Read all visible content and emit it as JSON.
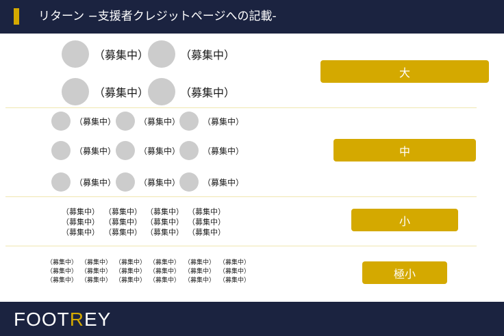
{
  "header": {
    "title": "リターン −支援者クレジットページへの記載-"
  },
  "tiers": [
    {
      "label": "大",
      "slot_label": "（募集中）",
      "slot_count": 4
    },
    {
      "label": "中",
      "slot_label": "（募集中）",
      "slot_count": 9
    },
    {
      "label": "小",
      "slot_label": "（募集中）",
      "slot_count": 12
    },
    {
      "label": "極小",
      "slot_label": "（募集中）",
      "slot_count": 18
    }
  ],
  "footer": {
    "logo_prefix": "FOOT",
    "logo_accent": "R",
    "logo_suffix": "EY"
  },
  "colors": {
    "navy": "#1b2340",
    "gold": "#d4a900",
    "avatar": "#cccccc",
    "divider": "#f0e6b0"
  }
}
